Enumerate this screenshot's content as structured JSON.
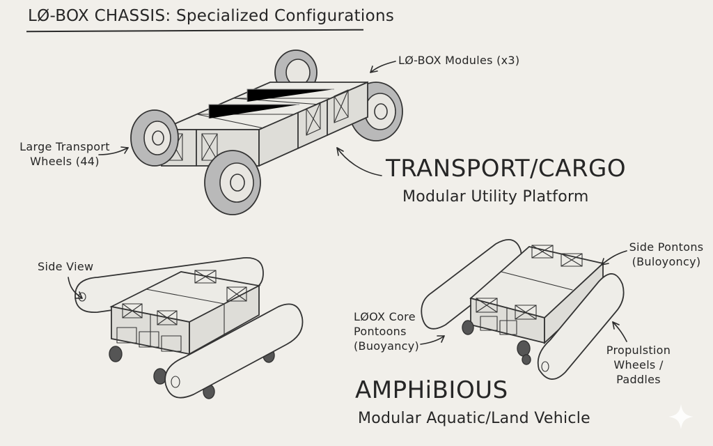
{
  "title": "LØ-BOX CHASSIS: Specialized Configurations",
  "transport": {
    "modules_label": "LØ-BOX Modules (x3)",
    "wheels_label_line1": "Large Transport",
    "wheels_label_line2": "Wheels (44)",
    "heading": "TRANSPORT/CARGO",
    "subheading": "Modular Utility Platform"
  },
  "amphibious": {
    "side_view_label": "Side View",
    "side_pontoons_line1": "Side Pontons",
    "side_pontoons_line2": "(Buloyoncy)",
    "core_line1": "LØOX Core",
    "core_line2": "Pontoons",
    "core_line3": "(Buoyancy)",
    "propulsion_line1": "Propulstion",
    "propulsion_line2": "Wheels /",
    "propulsion_line3": "Paddles",
    "heading": "AMPHiBIOUS",
    "subheading": "Modular Aquatic/Land Vehicle"
  },
  "icons": {
    "sparkle": "sparkle-icon"
  },
  "colors": {
    "paper": "#f1efea",
    "ink": "#262626"
  }
}
